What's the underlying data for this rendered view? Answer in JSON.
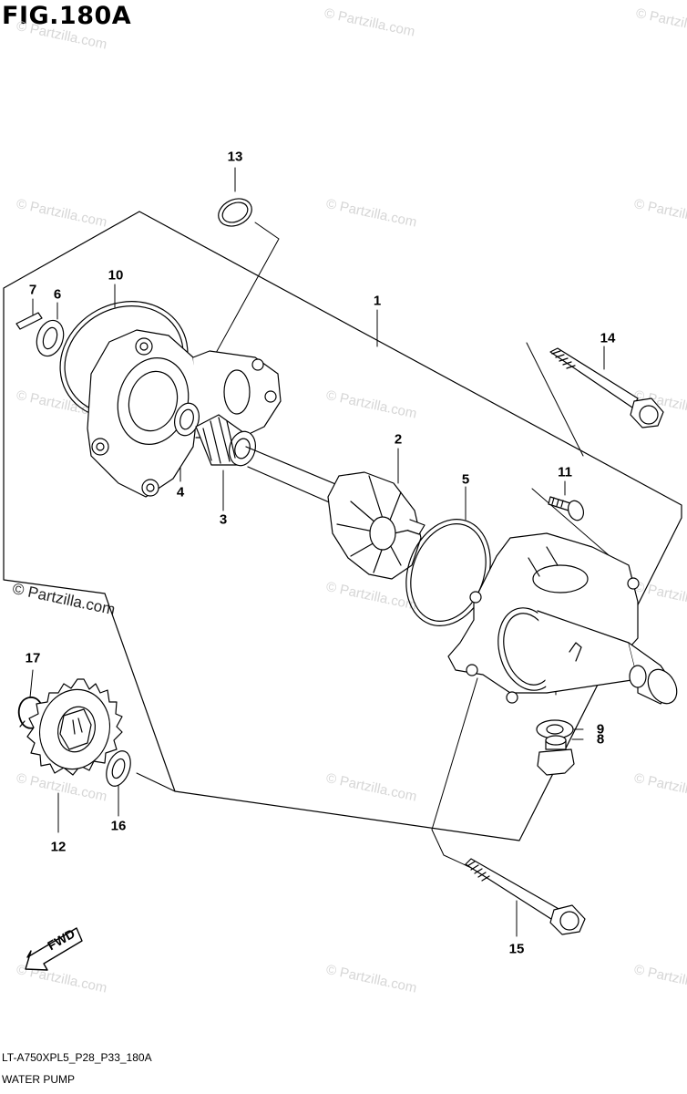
{
  "figure": {
    "title": "FIG.180A",
    "code": "LT-A750XPL5_P28_P33_180A",
    "caption": "WATER PUMP",
    "fwd_label": "FWD",
    "watermark_main": "© Partzilla.com",
    "watermark_faint": "© Partzilla.com"
  },
  "callouts": [
    {
      "id": "1",
      "label": "1"
    },
    {
      "id": "2",
      "label": "2"
    },
    {
      "id": "3",
      "label": "3"
    },
    {
      "id": "4",
      "label": "4"
    },
    {
      "id": "5",
      "label": "5"
    },
    {
      "id": "6",
      "label": "6"
    },
    {
      "id": "7",
      "label": "7"
    },
    {
      "id": "8",
      "label": "8"
    },
    {
      "id": "9",
      "label": "9"
    },
    {
      "id": "10",
      "label": "10"
    },
    {
      "id": "11",
      "label": "11"
    },
    {
      "id": "12",
      "label": "12"
    },
    {
      "id": "13",
      "label": "13"
    },
    {
      "id": "14",
      "label": "14"
    },
    {
      "id": "15",
      "label": "15"
    },
    {
      "id": "16",
      "label": "16"
    },
    {
      "id": "17",
      "label": "17"
    }
  ],
  "colors": {
    "line": "#000000",
    "watermark": "#d6d6d6",
    "background": "#ffffff"
  }
}
